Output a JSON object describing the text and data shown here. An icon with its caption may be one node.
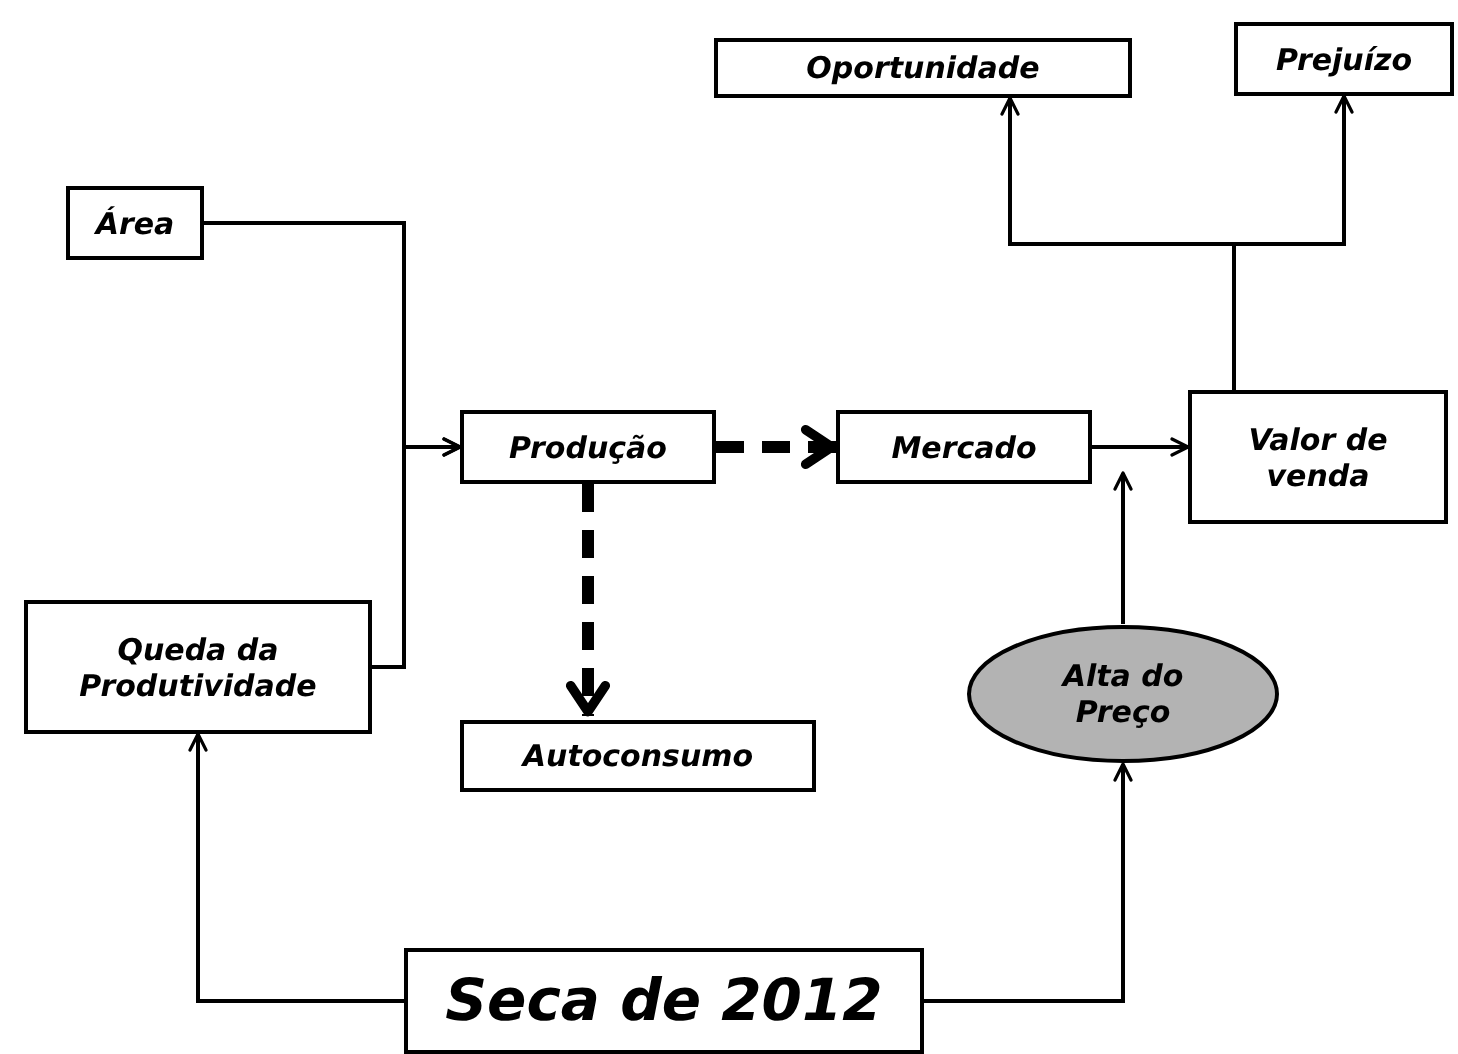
{
  "diagram": {
    "nodes": [
      {
        "text": [
          "Oportunidade"
        ]
      },
      {
        "text": [
          "Prejuízo"
        ]
      },
      {
        "text": [
          "Área"
        ]
      },
      {
        "text": [
          "Produção"
        ]
      },
      {
        "text": [
          "Mercado"
        ]
      },
      {
        "text": [
          "Valor de venda"
        ]
      },
      {
        "text": [
          "Queda da Produtividade"
        ]
      },
      {
        "text": [
          "Alta do Preço"
        ]
      },
      {
        "text": [
          "Autoconsumo"
        ]
      },
      {
        "text": [
          "Seca de 2012"
        ]
      }
    ],
    "edges": [
      {
        "from": 5,
        "to": 0,
        "arrow": "to"
      },
      {
        "from": 5,
        "to": 1,
        "arrow": "to"
      },
      {
        "from": 2,
        "to": 3,
        "arrow": "to"
      },
      {
        "from": 6,
        "to": 3,
        "arrow": "to"
      },
      {
        "from": 3,
        "to": 4,
        "arrow": "to",
        "style": "dashed"
      },
      {
        "from": 3,
        "to": 8,
        "arrow": "to",
        "style": "dashed"
      },
      {
        "from": 4,
        "to": 5,
        "arrow": "to"
      },
      {
        "from": 7,
        "to": 4,
        "arrow": "to"
      },
      {
        "from": 9,
        "to": 6,
        "arrow": "to"
      },
      {
        "from": 9,
        "to": 7,
        "arrow": "to"
      }
    ]
  }
}
